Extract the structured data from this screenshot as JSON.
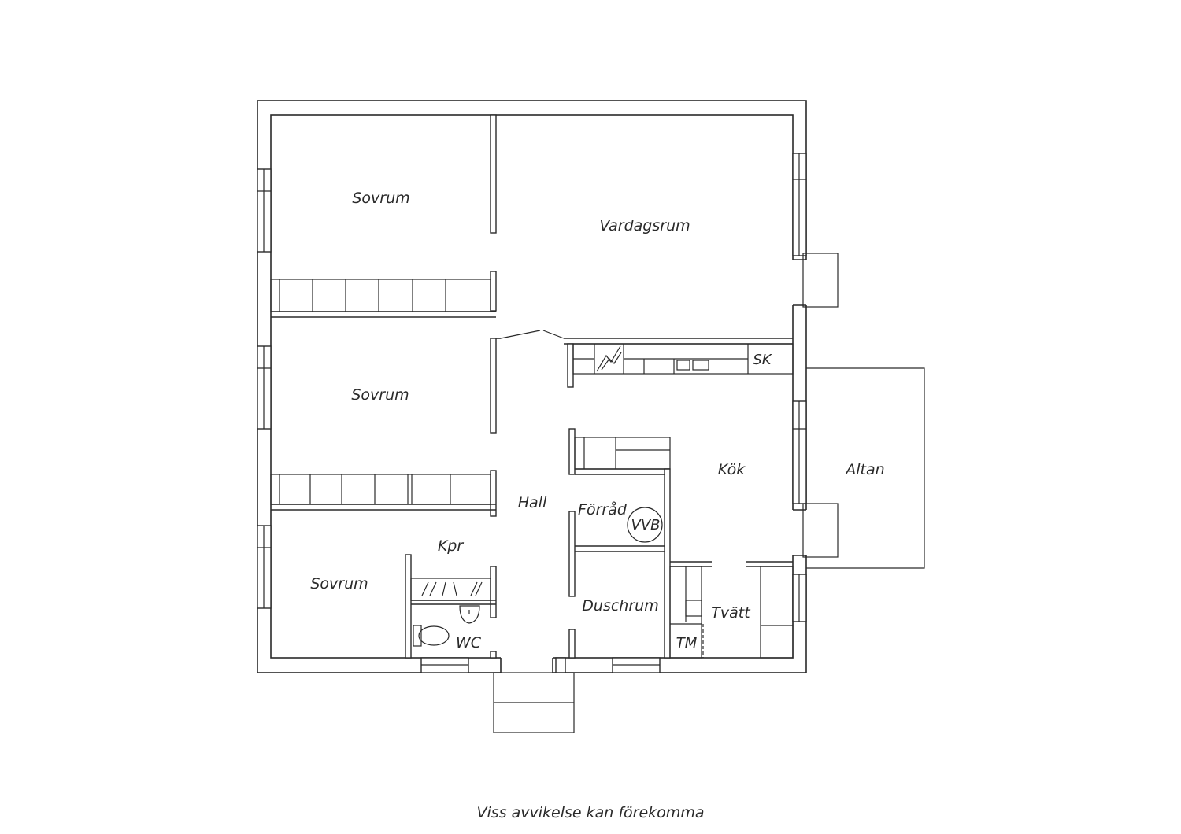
{
  "plan": {
    "rooms": {
      "sovrum_1": "Sovrum",
      "vardagsrum": "Vardagsrum",
      "sovrum_2": "Sovrum",
      "sovrum_3": "Sovrum",
      "hall": "Hall",
      "kpr": "Kpr",
      "wc": "WC",
      "forrad": "Förråd",
      "duschrum": "Duschrum",
      "kok": "Kök",
      "tvatt": "Tvätt",
      "altan": "Altan"
    },
    "fixtures": {
      "sk": "SK",
      "vvb": "VVB",
      "tm": "TM"
    }
  },
  "footer": {
    "note": "Viss avvikelse kan förekomma"
  }
}
